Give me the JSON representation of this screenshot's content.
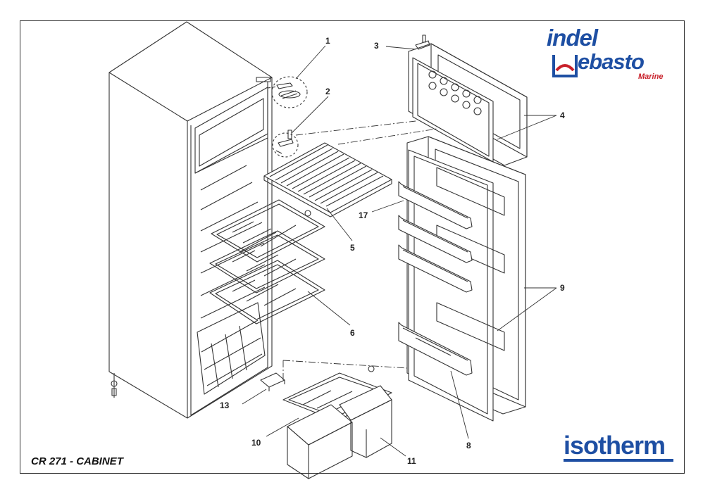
{
  "title": "CR 271 - CABINET",
  "logos": {
    "indel": "indel",
    "webasto": "ebasto",
    "marine": "Marine",
    "isotherm": "isotherm"
  },
  "colors": {
    "brand_blue": "#1e4fa3",
    "brand_red": "#c8202a",
    "line": "#333333"
  },
  "callouts": [
    "1",
    "2",
    "3",
    "4",
    "5",
    "6",
    "8",
    "9",
    "10",
    "11",
    "13",
    "17"
  ]
}
